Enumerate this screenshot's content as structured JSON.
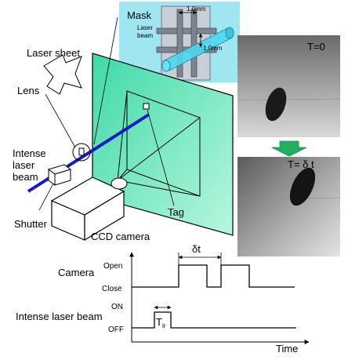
{
  "labels": {
    "mask": "Mask",
    "laser_sheet": "Laser sheet",
    "lens": "Lens",
    "intense_laser_beam_line1": "Intense",
    "intense_laser_beam_line2": "laser",
    "intense_laser_beam_line3": "beam",
    "shutter": "Shutter",
    "ccd_camera": "CCD camera",
    "tag": "Tag"
  },
  "inset": {
    "dim_top": "1.0mm",
    "dim_side": "1.0mm",
    "laser_beam_line1": "Laser",
    "laser_beam_line2": "beam"
  },
  "photos": {
    "top_label": "T=0",
    "bottom_label": "T= δ t"
  },
  "timing": {
    "camera_label": "Camera",
    "camera_open": "Open",
    "camera_close": "Close",
    "delta_t": "δt",
    "laser_label": "Intense laser beam",
    "laser_on": "ON",
    "laser_off": "OFF",
    "tir_main": "T",
    "tir_sub": "ir",
    "time_axis": "Time"
  },
  "colors": {
    "sheet_green": "#4fe0b0",
    "inset_bg": "#9fe6f0",
    "beam_blue": "#1418c8",
    "arrow_green": "#1fb060"
  }
}
